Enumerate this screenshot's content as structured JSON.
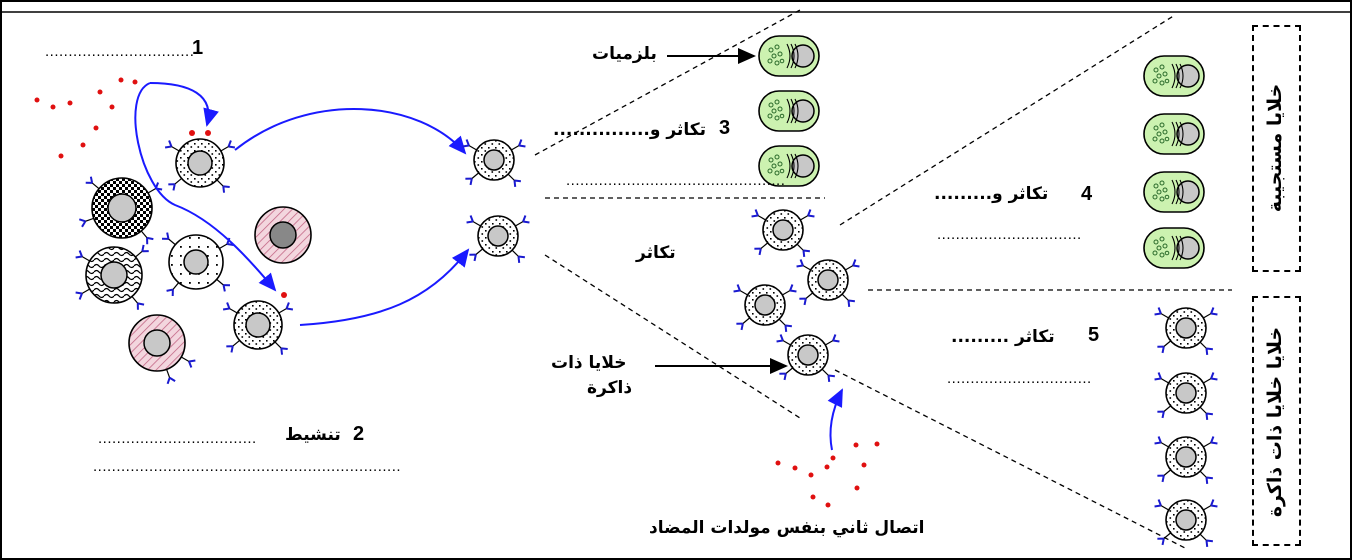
{
  "labels": {
    "step1_number": "1",
    "step1_blank": "................................",
    "step2_number": "2",
    "step2_word": "تنشيط",
    "step2_blank1": "..................................",
    "step2_blank2": "..................................................................",
    "plasma_cells": "بلزميات",
    "step3_number": "3",
    "step3_text": "تكاثر و...............",
    "step3_blank": "...............................................",
    "proliferation": "تكاثر",
    "memory_cells": "خلايا ذات",
    "memory_cells_line2": "ذاكرة",
    "step4_number": "4",
    "step4_text": "تكاثر و.........",
    "step4_blank": "...............................",
    "step5_number": "5",
    "step5_text": "تكاثر .........",
    "step5_blank": "...............................",
    "second_contact": "اتصال ثاني بنفس مولدات المضاد",
    "effector_cells_vertical": "خلايا مستجيبة",
    "memory_cells_vertical": "خلايا خلايا ذات ذاكرة"
  },
  "colors": {
    "arrow_blue": "#1a1aff",
    "antigen_red": "#e01010",
    "plasma_fill": "#ccf2b0",
    "antibody_blue": "#1a1ad0"
  }
}
